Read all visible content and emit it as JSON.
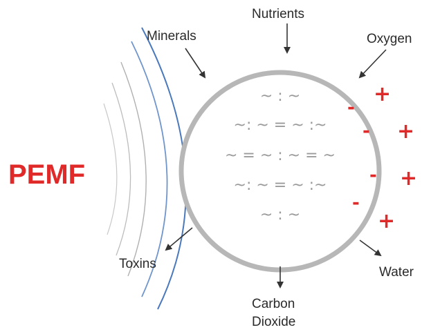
{
  "labels": {
    "pemf": "PEMF",
    "nutrients": "Nutrients",
    "minerals": "Minerals",
    "oxygen": "Oxygen",
    "toxins": "Toxins",
    "water": "Water",
    "carbon_dioxide_line1": "Carbon",
    "carbon_dioxide_line2": "Dioxide"
  },
  "cell_inner": {
    "row1": "~ : ~",
    "row2": "~: ~ = ~ :~",
    "row3": "~ = ~ : ~ = ~",
    "row4": "~: ~ = ~ :~",
    "row5": "~ : ~"
  },
  "charges": {
    "plus": "+",
    "minus": "-"
  },
  "colors": {
    "pemf_red": "#e02a2a",
    "charge_red": "#e02a2a",
    "wave_blue": "#5a86c4",
    "wave_grey": "#b8b8b8",
    "cell_border": "#b4b4b4",
    "arrow": "#333333"
  }
}
